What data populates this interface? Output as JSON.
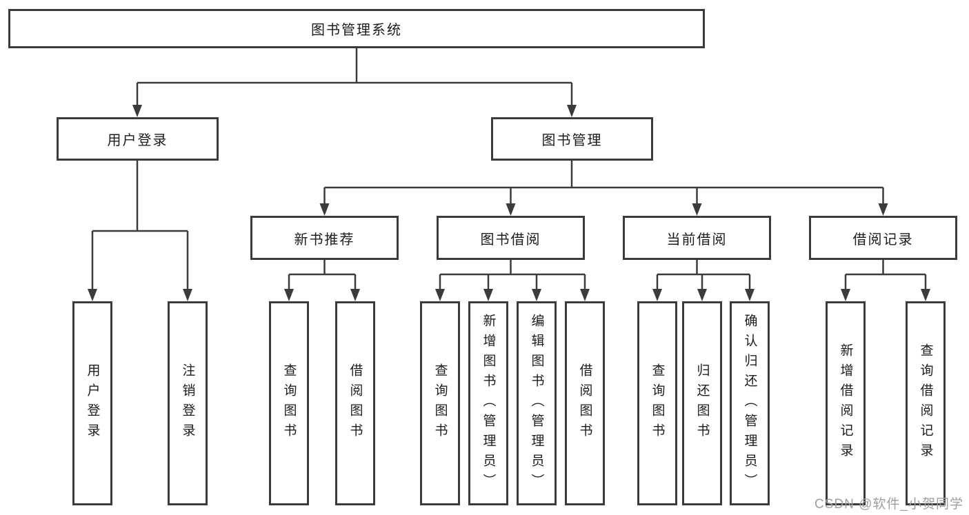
{
  "diagram": {
    "type": "hierarchy-tree",
    "line_color": "#3b3b3b",
    "box_fill": "#ffffff",
    "text_color": "#1c1c1c",
    "tree": {
      "label": "图书管理系统",
      "children": [
        {
          "label": "用户登录",
          "children": [
            {
              "label": "用户登录"
            },
            {
              "label": "注销登录"
            }
          ]
        },
        {
          "label": "图书管理",
          "children": [
            {
              "label": "新书推荐",
              "children": [
                {
                  "label": "查询图书"
                },
                {
                  "label": "借阅图书"
                }
              ]
            },
            {
              "label": "图书借阅",
              "children": [
                {
                  "label": "查询图书"
                },
                {
                  "label": "新增图书（管理员）"
                },
                {
                  "label": "编辑图书（管理员）"
                },
                {
                  "label": "借阅图书"
                }
              ]
            },
            {
              "label": "当前借阅",
              "children": [
                {
                  "label": "查询图书"
                },
                {
                  "label": "归还图书"
                },
                {
                  "label": "确认归还（管理员）"
                }
              ]
            },
            {
              "label": "借阅记录",
              "children": [
                {
                  "label": "新增借阅记录"
                },
                {
                  "label": "查询借阅记录"
                }
              ]
            }
          ]
        }
      ]
    }
  },
  "watermark": {
    "text": "CSDN @软件_小贺同学",
    "color": "#9e9e9e"
  }
}
